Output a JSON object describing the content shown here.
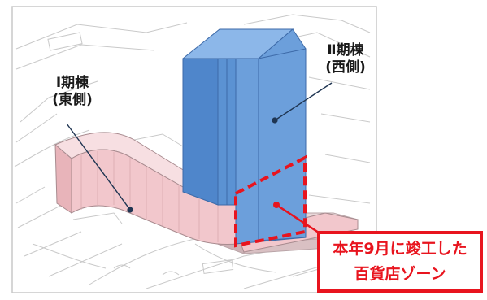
{
  "labels": {
    "phase1": {
      "line1": "Ⅰ期棟",
      "line2": "(東側)"
    },
    "phase2": {
      "line1": "Ⅱ期棟",
      "line2": "(西側)"
    },
    "callout": {
      "line1": "本年9月に竣工した",
      "line2": "百貨店ゾーン"
    }
  },
  "colors": {
    "tower_front": "#6c9fdb",
    "tower_side": "#4f86cb",
    "tower_top": "#8cb7e9",
    "phase1_pink": "#f2c7cc",
    "highlight_red": "#e8141e",
    "leader_line": "#1f3552"
  }
}
